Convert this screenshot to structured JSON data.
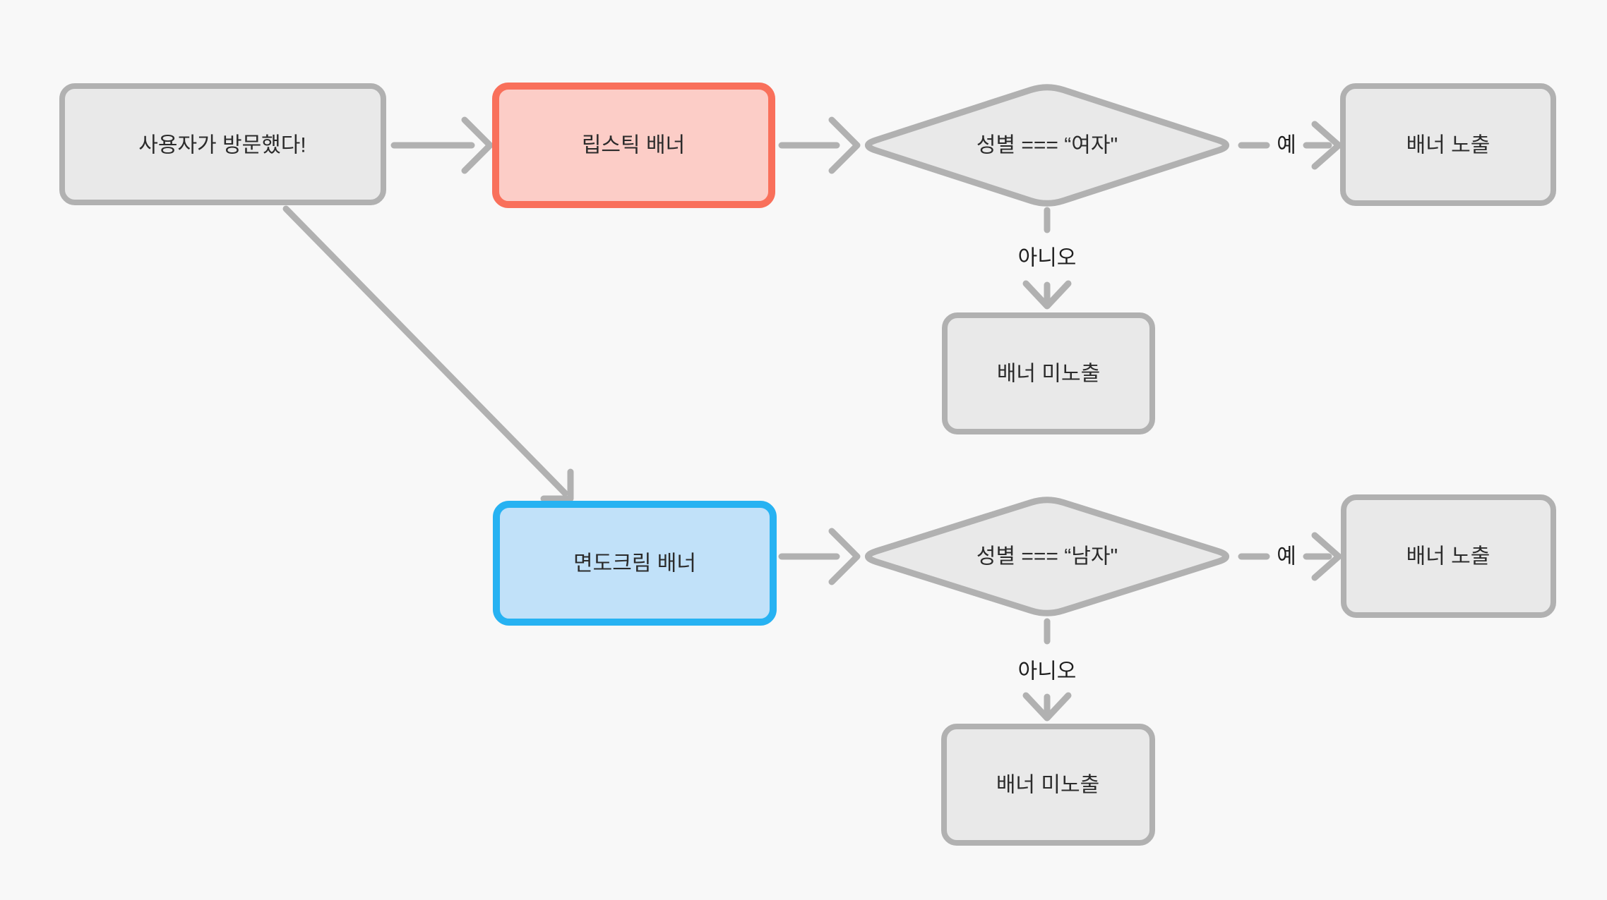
{
  "diagram": {
    "type": "flowchart",
    "background_color": "#f8f8f8",
    "colors": {
      "node_fill": "#e9e9e9",
      "node_stroke": "#b1b1b1",
      "connector": "#b1b1b1",
      "text": "#2b2b2b",
      "highlight_red_stroke": "#f9705b",
      "highlight_red_fill": "#fccdc7",
      "highlight_blue_stroke": "#27b2f2",
      "highlight_blue_fill": "#c1e1f9"
    },
    "nodes": {
      "start": {
        "label": "사용자가 방문했다!",
        "shape": "rounded-rect",
        "color": "gray"
      },
      "lipstick_banner": {
        "label": "립스틱 배너",
        "shape": "rounded-rect",
        "color": "red"
      },
      "female_check": {
        "label": "성별 === “여자\"",
        "shape": "diamond",
        "color": "gray"
      },
      "female_yes_result": {
        "label": "배너 노출",
        "shape": "rounded-rect",
        "color": "gray"
      },
      "female_no_result": {
        "label": "배너 미노출",
        "shape": "rounded-rect",
        "color": "gray"
      },
      "shaving_banner": {
        "label": "면도크림 배너",
        "shape": "rounded-rect",
        "color": "blue"
      },
      "male_check": {
        "label": "성별 === “남자\"",
        "shape": "diamond",
        "color": "gray"
      },
      "male_yes_result": {
        "label": "배너 노출",
        "shape": "rounded-rect",
        "color": "gray"
      },
      "male_no_result": {
        "label": "배너 미노출",
        "shape": "rounded-rect",
        "color": "gray"
      }
    },
    "edges": {
      "start_to_lipstick": {
        "label": ""
      },
      "start_to_shaving": {
        "label": ""
      },
      "lipstick_to_female_check": {
        "label": ""
      },
      "shaving_to_male_check": {
        "label": ""
      },
      "female_yes": {
        "label": "예"
      },
      "female_no": {
        "label": "아니오"
      },
      "male_yes": {
        "label": "예"
      },
      "male_no": {
        "label": "아니오"
      }
    }
  }
}
